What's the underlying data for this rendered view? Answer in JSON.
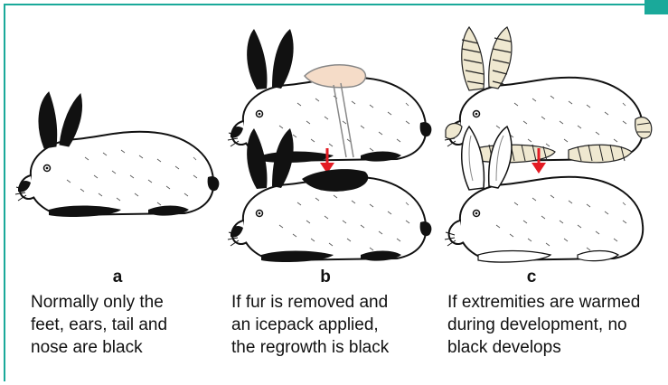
{
  "panels": [
    {
      "letter": "a",
      "caption": "Normally only the\nfeet, ears, tail and\nnose are black"
    },
    {
      "letter": "b",
      "caption": "If fur is removed and\nan icepack applied,\nthe regrowth is black"
    },
    {
      "letter": "c",
      "caption": "If extremities are warmed\nduring development, no\nblack develops"
    }
  ],
  "colors": {
    "accent": "#1aa99a",
    "arrow": "#e31b23",
    "fur_dark": "#111111",
    "icepack": "#f5dcc8",
    "bandage": "#efe8d0"
  }
}
